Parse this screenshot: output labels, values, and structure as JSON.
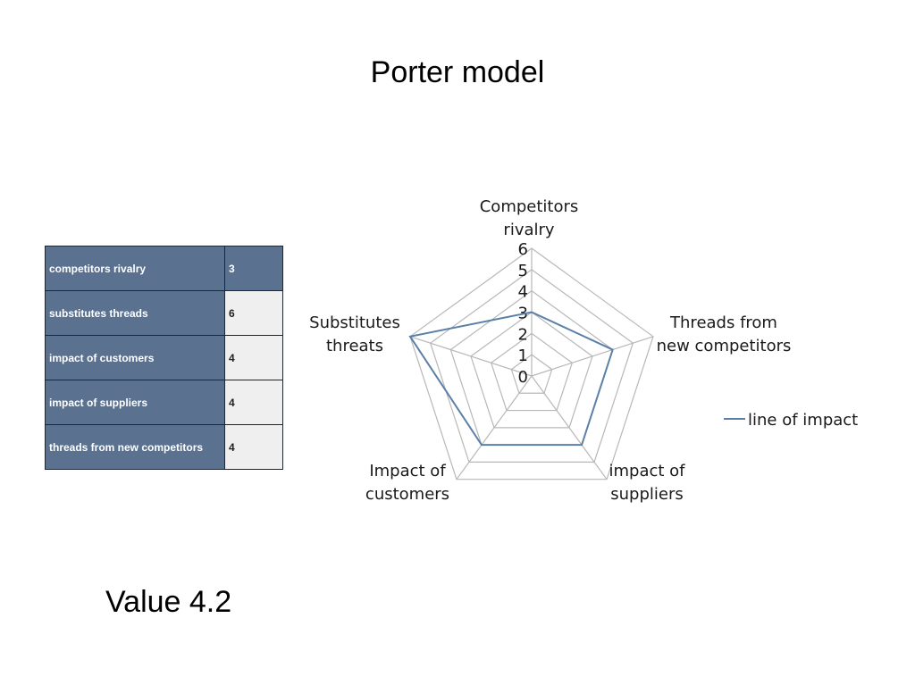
{
  "title": "Porter model",
  "table": {
    "rows": [
      {
        "label": "competitors rivalry",
        "value": "3"
      },
      {
        "label": "substitutes threads",
        "value": "6"
      },
      {
        "label": "impact of customers",
        "value": "4"
      },
      {
        "label": "impact of suppliers",
        "value": "4"
      },
      {
        "label": "threads from new competitors",
        "value": "4"
      }
    ]
  },
  "summary": "Value 4.2",
  "colors": {
    "table_header": "#5a7190",
    "table_value_bg": "#efefef",
    "series_line": "#5b7fa6",
    "grid": "#b8b8b8"
  },
  "chart_data": {
    "type": "radar",
    "title": "",
    "categories": [
      [
        "Competitors",
        "rivalry"
      ],
      [
        "Threads from",
        "new competitors"
      ],
      [
        "impact of",
        "suppliers"
      ],
      [
        "Impact of",
        "customers"
      ],
      [
        "Substitutes",
        "threats"
      ]
    ],
    "series": [
      {
        "name": "line of impact",
        "values": [
          3,
          4,
          4,
          4,
          6
        ]
      }
    ],
    "rlim": [
      0,
      6
    ],
    "ticks": [
      "0",
      "1",
      "2",
      "3",
      "4",
      "5",
      "6"
    ],
    "grid": true,
    "legend": "right"
  }
}
